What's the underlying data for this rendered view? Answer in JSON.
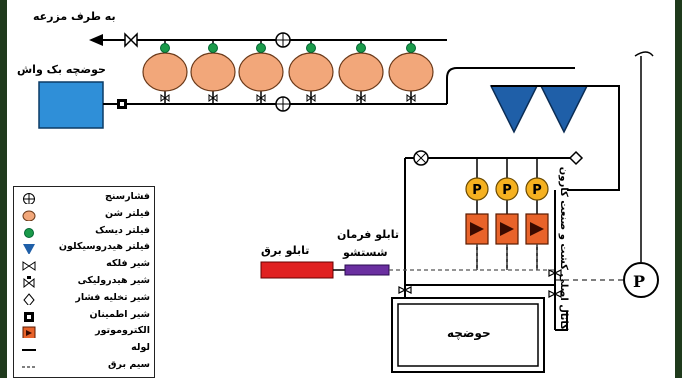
{
  "labels": {
    "to_farm": "به طرف مزرعه",
    "backwash_tank": "حوضچه بک واش",
    "main_canal": "کانال اصلی کشت و صنعت کارون",
    "electric_panel": "تابلو برق",
    "control_panel": "تابلو فرمان",
    "control_panel_sub": "شستشو",
    "tank": "حوضچه",
    "pump_letter": "P",
    "main_pump_letter": "P"
  },
  "legend": [
    {
      "icon": "pressure-gauge-icon",
      "label": "فشارسنج"
    },
    {
      "icon": "sand-filter-icon",
      "label": "فیلتر شن"
    },
    {
      "icon": "disk-filter-icon",
      "label": "فیلتر دیسک"
    },
    {
      "icon": "hydrocyclone-filter-icon",
      "label": "فیلتر هیدروسیکلون"
    },
    {
      "icon": "gate-valve-icon",
      "label": "شیر فلکه"
    },
    {
      "icon": "hydraulic-valve-icon",
      "label": "شیر هیدرولیکی"
    },
    {
      "icon": "pressure-relief-valve-icon",
      "label": "شیر تخلیه فشار"
    },
    {
      "icon": "check-valve-icon",
      "label": "شیر اطمینان"
    },
    {
      "icon": "electromotor-icon",
      "label": "الکتروموتور"
    },
    {
      "icon": "pipe-icon",
      "label": "لوله"
    },
    {
      "icon": "power-cable-icon",
      "label": "سیم برق"
    }
  ],
  "colors": {
    "sand_filter": "#f2a77a",
    "disk_filter": "#1a9a4a",
    "hydrocyclone": "#1f5fa8",
    "backwash_tank": "#2f8fd8",
    "pump": "#f5b120",
    "motor": "#e8632a",
    "electric_panel": "#e02020",
    "control_panel": "#6a2fa0",
    "background": "#1f3a1c"
  }
}
